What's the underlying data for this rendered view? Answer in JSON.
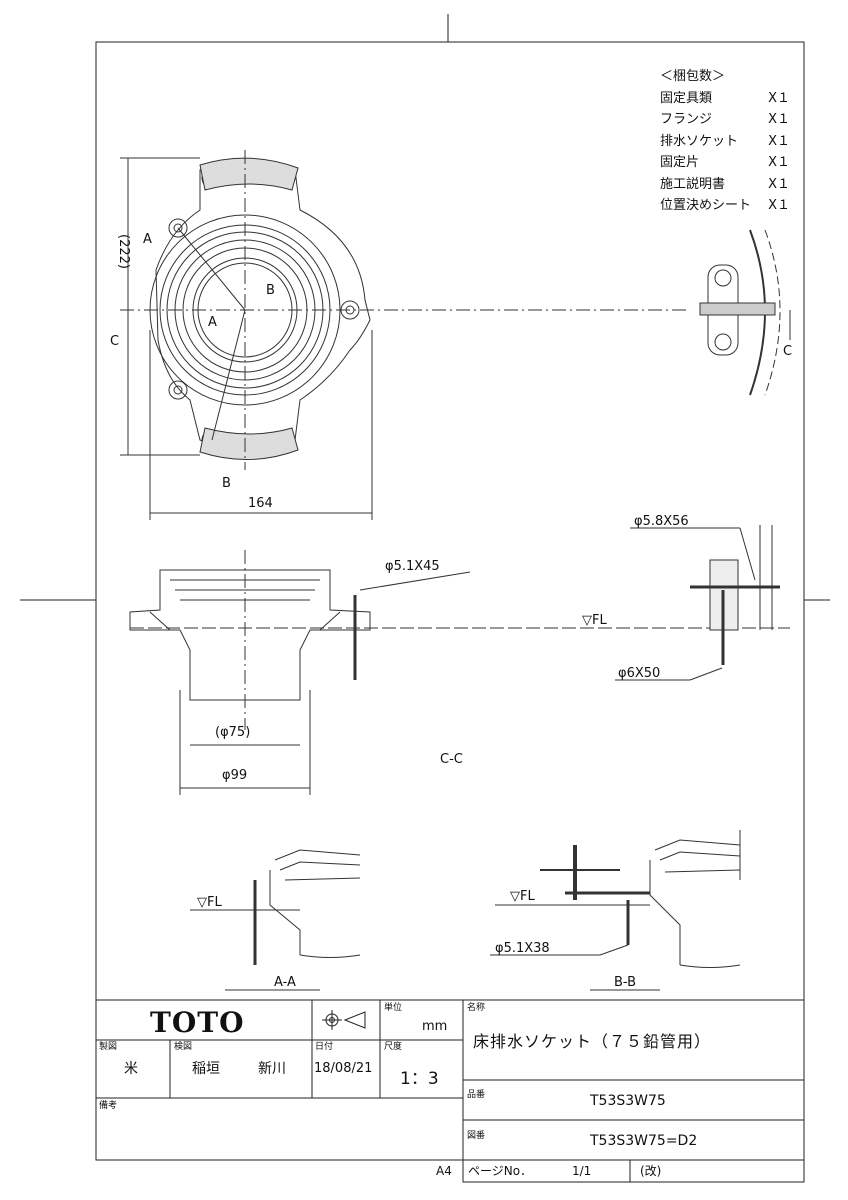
{
  "packing_list": {
    "title": "＜梱包数＞",
    "items": [
      {
        "name": "固定具類",
        "qty": "X１"
      },
      {
        "name": "フランジ",
        "qty": "X１"
      },
      {
        "name": "排水ソケット",
        "qty": "X１"
      },
      {
        "name": "固定片",
        "qty": "X１"
      },
      {
        "name": "施工説明書",
        "qty": "X１"
      },
      {
        "name": "位置決めシート",
        "qty": "X１"
      }
    ]
  },
  "drawing_labels": {
    "dim_222": "(222)",
    "c_left": "C",
    "c_right": "C",
    "dim_164": "164",
    "a_top": "A",
    "a_center": "A",
    "b_center": "B",
    "b_bottom": "B",
    "screw_45": "φ5.1X45",
    "fl": "▽FL",
    "screw_56": "φ5.8X56",
    "screw_50": "φ6X50",
    "dim_75": "(φ75)",
    "dim_99": "φ99",
    "section_cc": "C-C",
    "fl_aa": "▽FL",
    "section_aa": "A-A",
    "fl_bb": "▽FL",
    "screw_38": "φ5.1X38",
    "section_bb": "B-B"
  },
  "title_block": {
    "company": "TOTO",
    "unit_label": "単位",
    "unit": "mm",
    "name_label": "名称",
    "name": "床排水ソケット（７５鉛管用）",
    "drafter_label": "製図",
    "drafter": "米",
    "checker_label": "検図",
    "checker1": "稲垣",
    "checker2": "新川",
    "date_label": "日付",
    "date": "18/08/21",
    "scale_label": "尺度",
    "scale": "1：3",
    "part_no_label": "品番",
    "part_no": "T53S3W75",
    "drawing_no_label": "図番",
    "drawing_no": "T53S3W75=D2",
    "remarks_label": "備考",
    "paper_size": "A4",
    "page_label": "ページNo．",
    "page": "1/1",
    "revision_label": "(改)"
  }
}
